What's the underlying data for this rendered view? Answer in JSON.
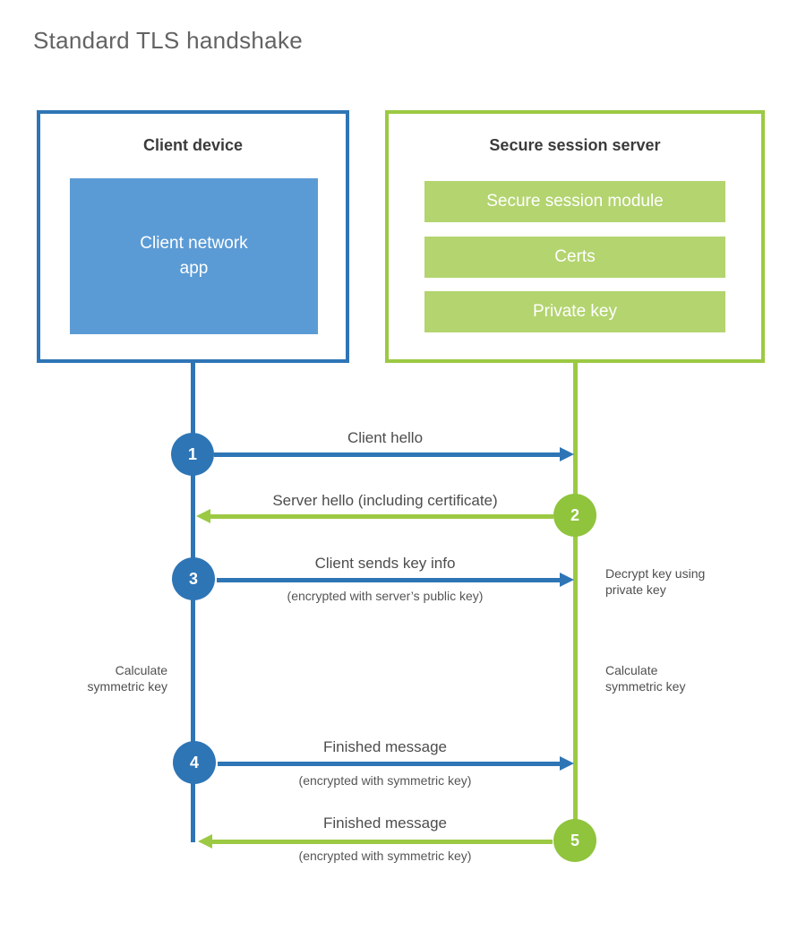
{
  "title": "Standard TLS handshake",
  "client_box": {
    "title": "Client device",
    "app_label": "Client network\napp"
  },
  "server_box": {
    "title": "Secure session server",
    "modules": [
      "Secure session module",
      "Certs",
      "Private key"
    ]
  },
  "steps": [
    {
      "num": "1",
      "label": "Client hello",
      "sub": "",
      "direction": "client-to-server"
    },
    {
      "num": "2",
      "label": "Server hello (including certificate)",
      "sub": "",
      "direction": "server-to-client"
    },
    {
      "num": "3",
      "label": "Client sends key info",
      "sub": "(encrypted with server’s public key)",
      "direction": "client-to-server"
    },
    {
      "num": "4",
      "label": "Finished message",
      "sub": "(encrypted with symmetric key)",
      "direction": "client-to-server"
    },
    {
      "num": "5",
      "label": "Finished message",
      "sub": "(encrypted with symmetric key)",
      "direction": "server-to-client"
    }
  ],
  "annotations": {
    "decrypt_note": "Decrypt key using\nprivate key",
    "calculate_left": "Calculate\nsymmetric key",
    "calculate_right": "Calculate\nsymmetric key"
  },
  "colors": {
    "client_primary": "#2e75b6",
    "client_fill": "#5b9bd5",
    "server_primary": "#9cc943",
    "server_circle": "#8fc43c",
    "server_fill": "#b3d46f",
    "text_dark": "#3b3b3b",
    "text_gray": "#4d4d4d"
  }
}
